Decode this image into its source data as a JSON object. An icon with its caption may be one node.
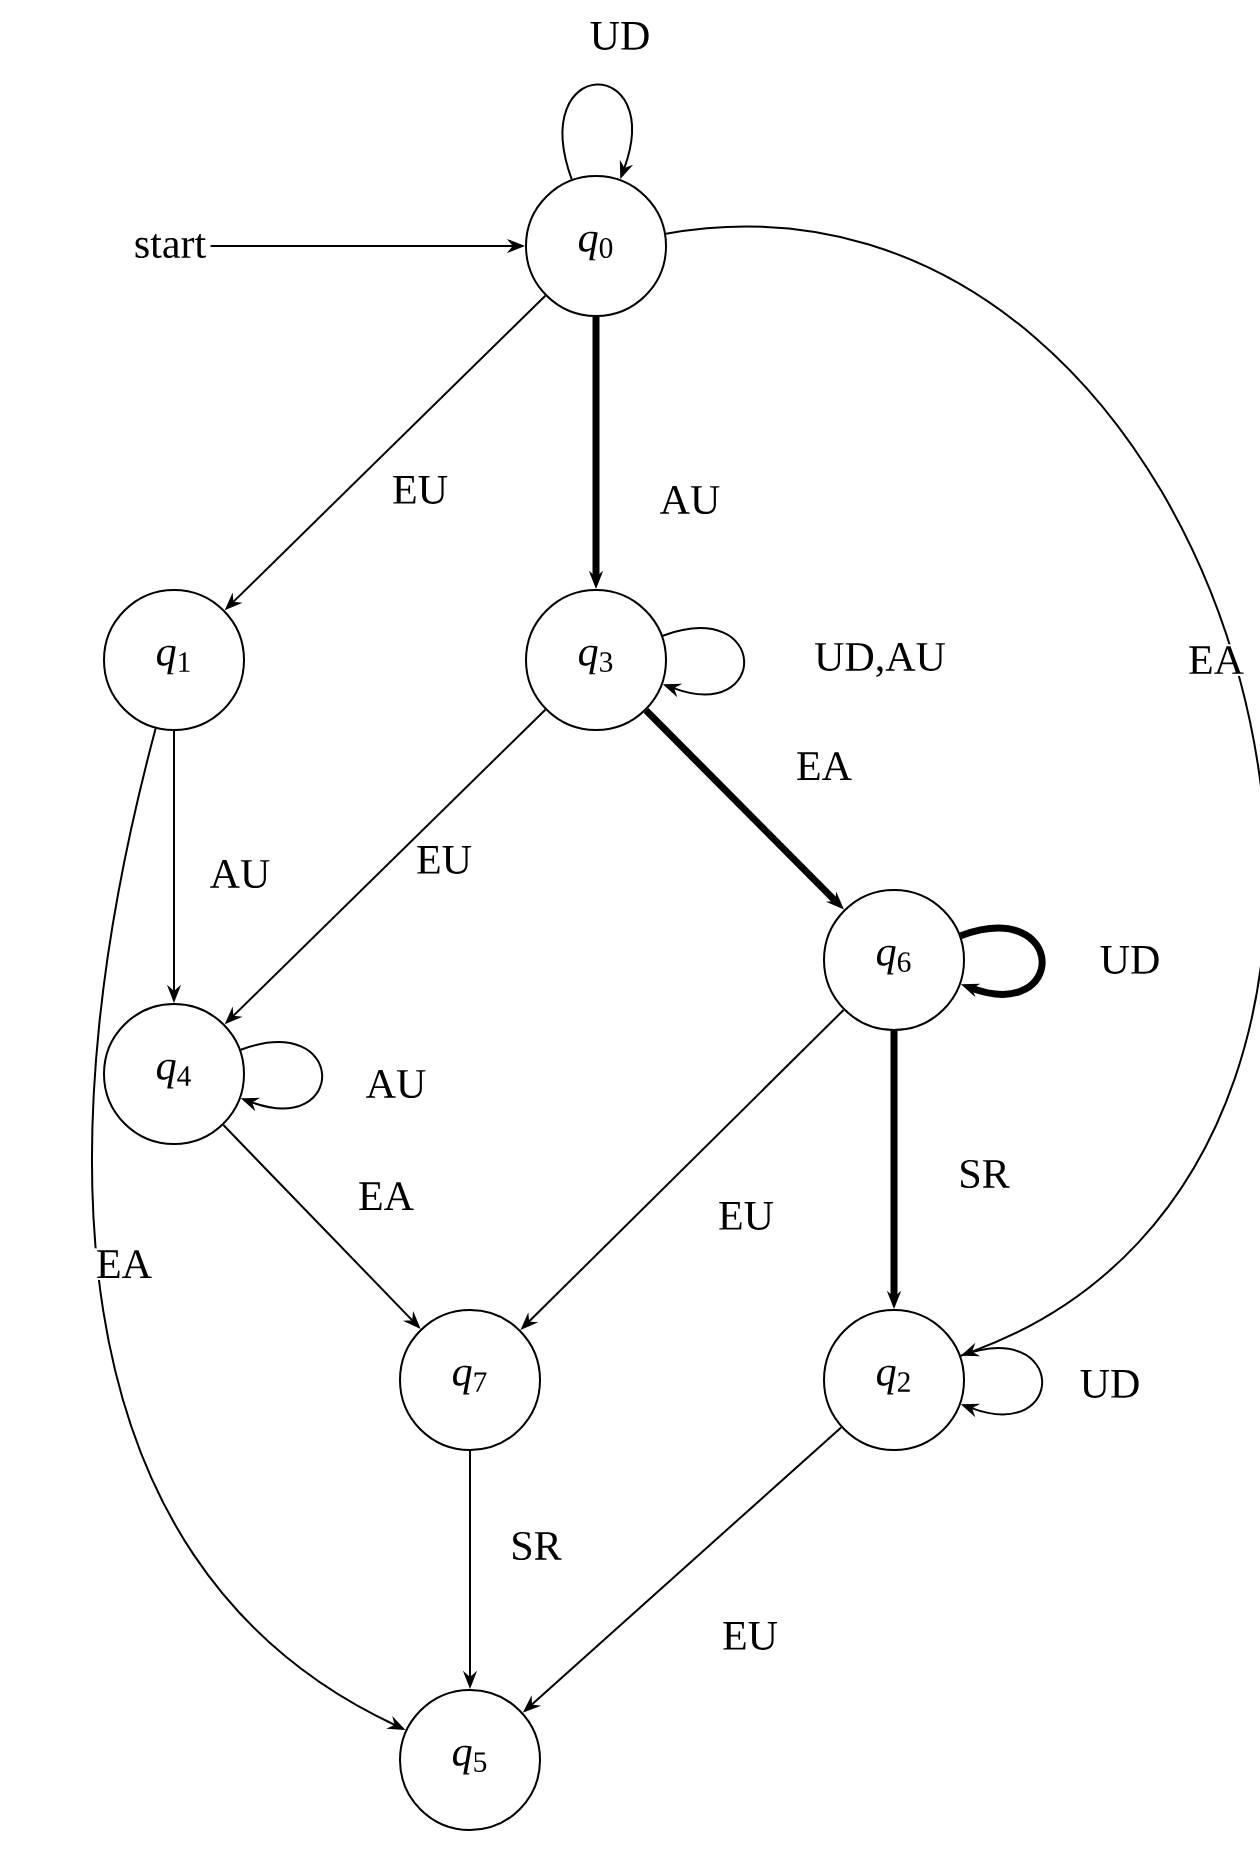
{
  "diagram": {
    "nodes": [
      {
        "text": [
          "start"
        ]
      },
      {
        "text": [
          "*q*$_{0}$"
        ]
      },
      {
        "text": [
          "*q*$_{1}$"
        ]
      },
      {
        "text": [
          "*q*$_{3}$"
        ]
      },
      {
        "text": [
          "*q*$_{6}$"
        ]
      },
      {
        "text": [
          "*q*$_{4}$"
        ]
      },
      {
        "text": [
          "*q*$_{7}$"
        ]
      },
      {
        "text": [
          "*q*$_{2}$"
        ]
      },
      {
        "text": [
          "*q*$_{5}$"
        ]
      }
    ],
    "edges": [
      {
        "from": 0,
        "to": 1,
        "arrow": "to"
      },
      {
        "from": 1,
        "to": 1,
        "arrow": "to",
        "label": "UD"
      },
      {
        "from": 1,
        "to": 2,
        "arrow": "to",
        "label": "EU"
      },
      {
        "from": 1,
        "to": 3,
        "arrow": "to",
        "label": "AU",
        "style": "thick"
      },
      {
        "from": 1,
        "to": 7,
        "arrow": "to",
        "label": "EA"
      },
      {
        "from": 3,
        "to": 3,
        "arrow": "to",
        "label": "UD,AU"
      },
      {
        "from": 3,
        "to": 4,
        "arrow": "to",
        "label": "EA",
        "style": "thick"
      },
      {
        "from": 3,
        "to": 5,
        "arrow": "to",
        "label": "EU"
      },
      {
        "from": 2,
        "to": 5,
        "arrow": "to",
        "label": "AU"
      },
      {
        "from": 2,
        "to": 8,
        "arrow": "to",
        "label": "EA"
      },
      {
        "from": 4,
        "to": 4,
        "arrow": "to",
        "label": "UD",
        "style": "thick"
      },
      {
        "from": 4,
        "to": 7,
        "arrow": "to",
        "label": "SR",
        "style": "thick"
      },
      {
        "from": 4,
        "to": 6,
        "arrow": "to",
        "label": "EU"
      },
      {
        "from": 5,
        "to": 5,
        "arrow": "to",
        "label": "AU"
      },
      {
        "from": 5,
        "to": 6,
        "arrow": "to",
        "label": "EA"
      },
      {
        "from": 6,
        "to": 8,
        "arrow": "to",
        "label": "SR"
      },
      {
        "from": 7,
        "to": 7,
        "arrow": "to",
        "label": "UD"
      },
      {
        "from": 7,
        "to": 8,
        "arrow": "to",
        "label": "EU"
      }
    ]
  }
}
